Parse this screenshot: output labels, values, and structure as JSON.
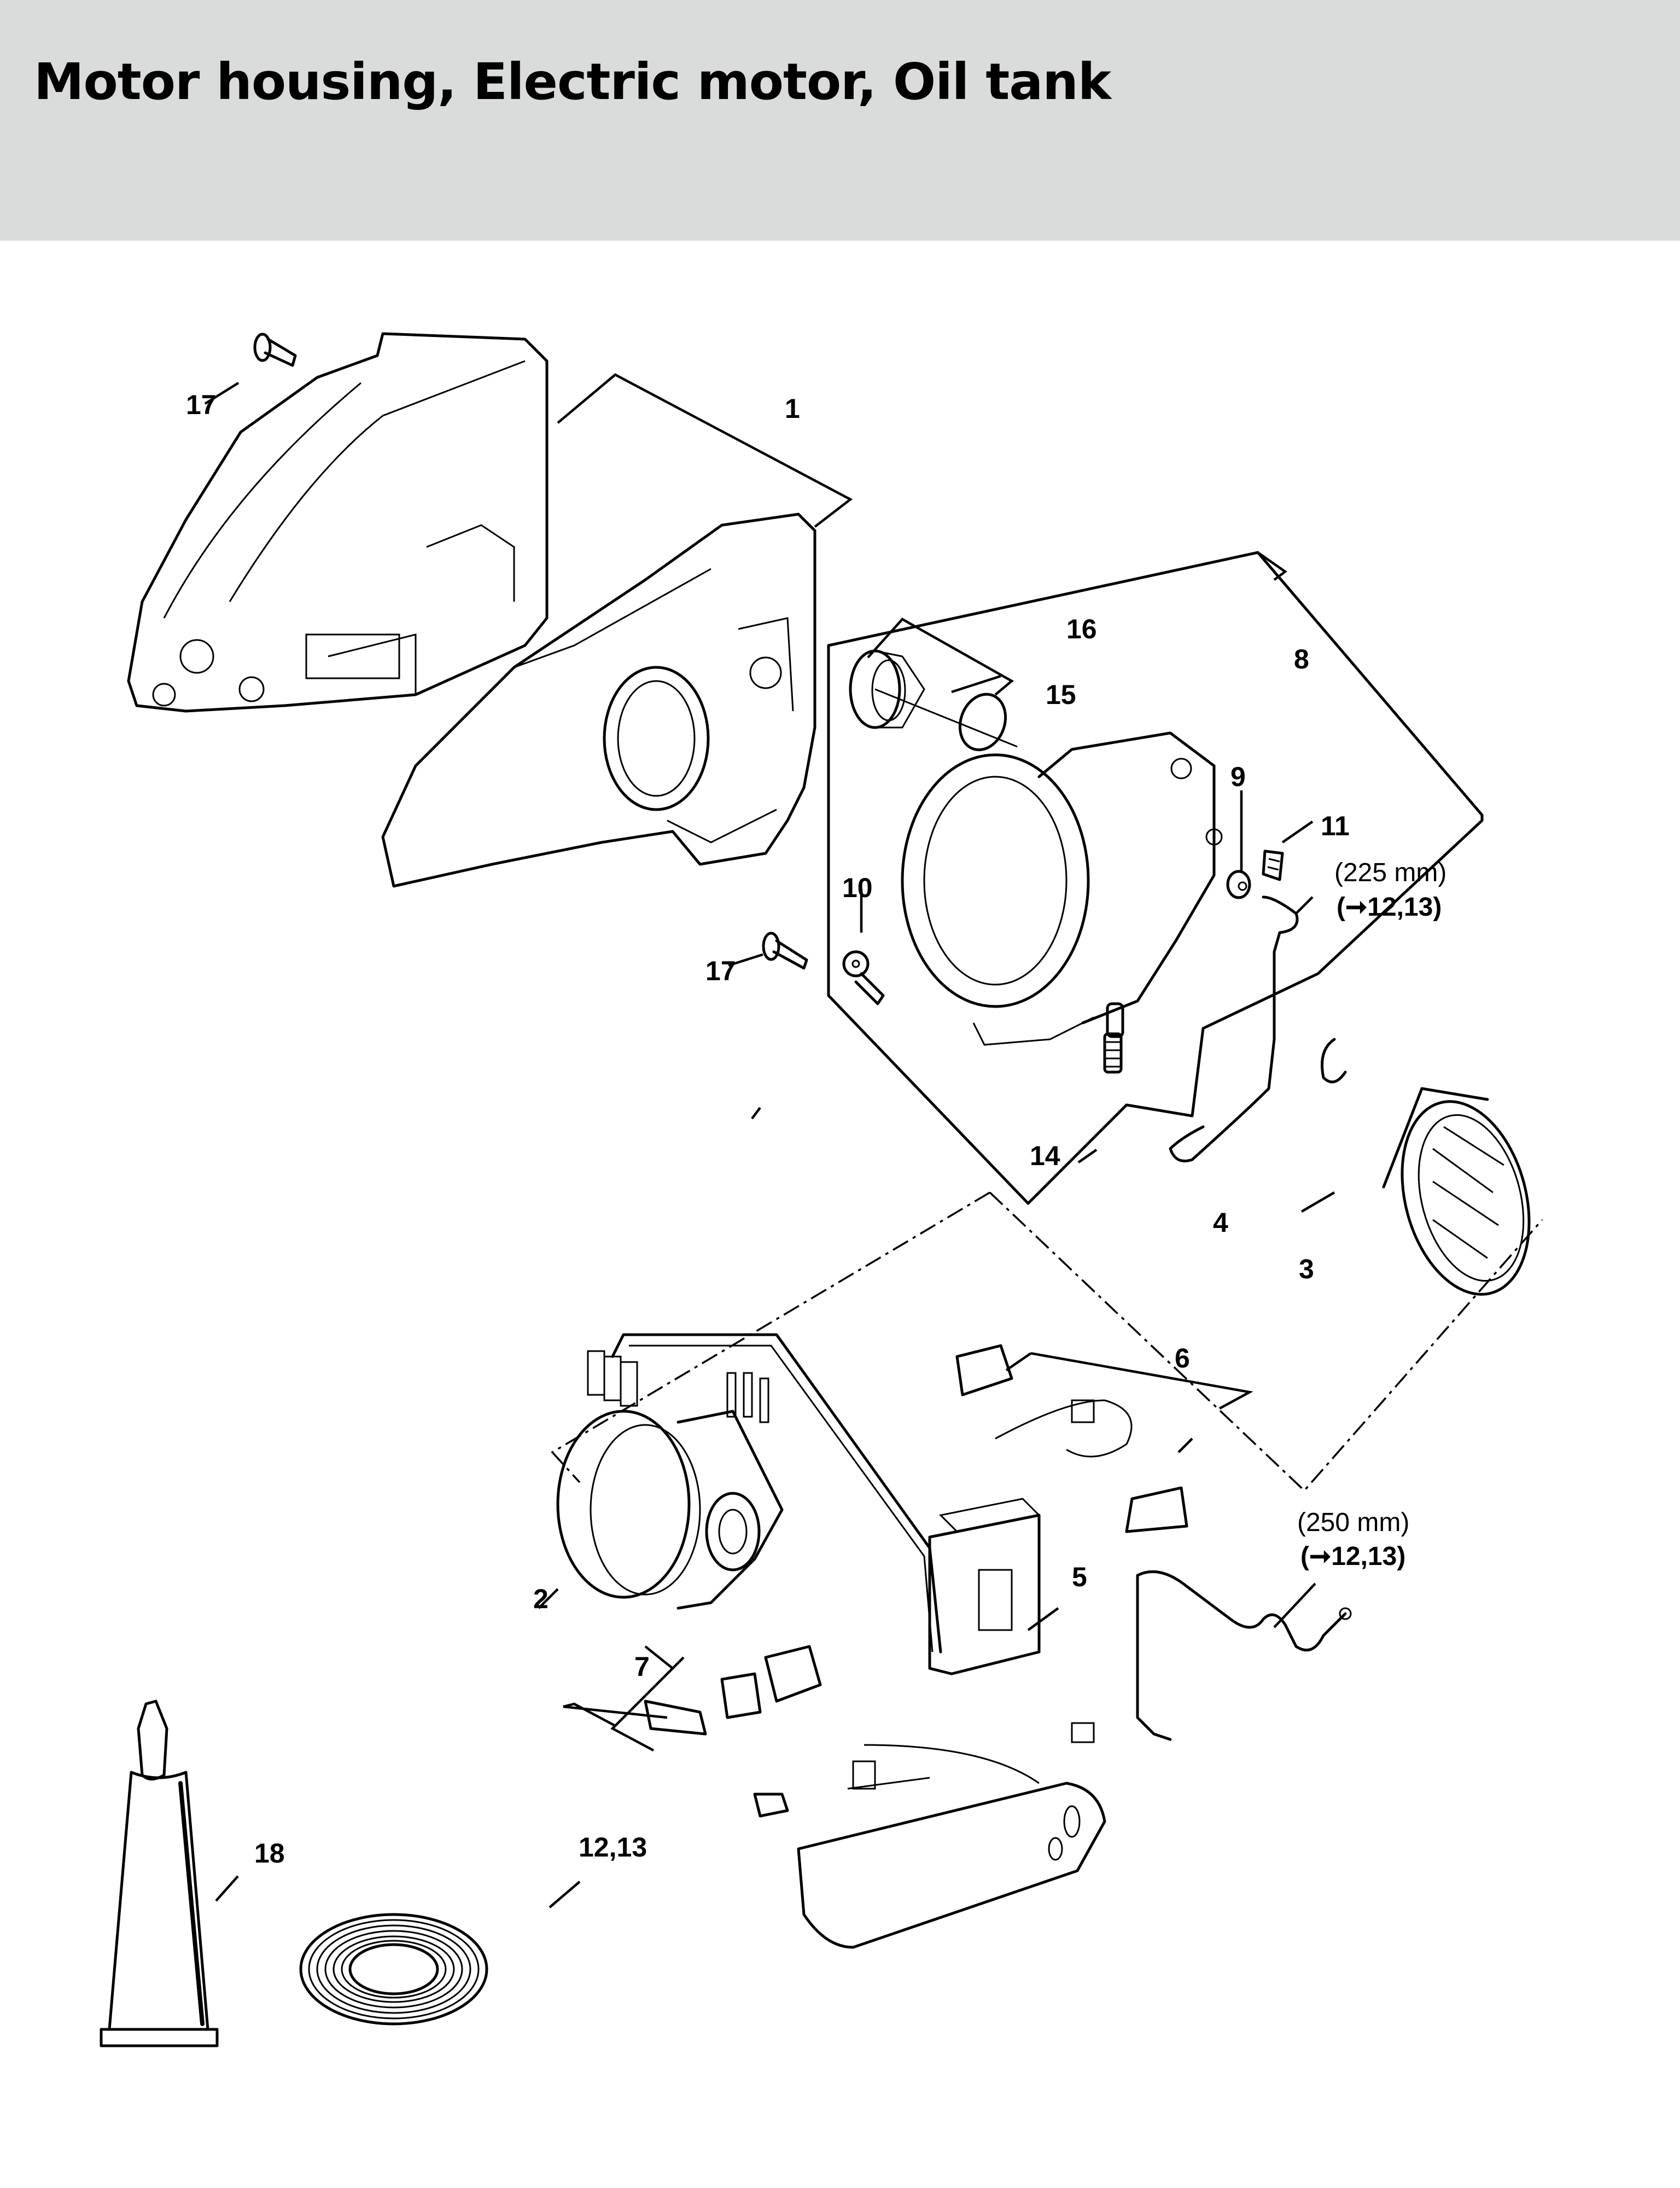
{
  "header": {
    "title": "Motor housing, Electric motor, Oil tank",
    "background": "#dadcdb"
  },
  "callouts": [
    {
      "id": "1",
      "label": "1"
    },
    {
      "id": "2",
      "label": "2"
    },
    {
      "id": "3",
      "label": "3"
    },
    {
      "id": "4",
      "label": "4"
    },
    {
      "id": "5",
      "label": "5"
    },
    {
      "id": "6",
      "label": "6"
    },
    {
      "id": "7",
      "label": "7"
    },
    {
      "id": "8",
      "label": "8"
    },
    {
      "id": "9",
      "label": "9"
    },
    {
      "id": "10",
      "label": "10"
    },
    {
      "id": "11",
      "label": "11"
    },
    {
      "id": "12-13",
      "label": "12,13"
    },
    {
      "id": "14",
      "label": "14"
    },
    {
      "id": "15",
      "label": "15"
    },
    {
      "id": "16",
      "label": "16"
    },
    {
      "id": "17a",
      "label": "17"
    },
    {
      "id": "17b",
      "label": "17"
    },
    {
      "id": "18",
      "label": "18"
    }
  ],
  "notes": {
    "hose_short_length": "(225 mm)",
    "hose_short_ref": "(➞12,13)",
    "hose_long_length": "(250 mm)",
    "hose_long_ref": "(➞12,13)"
  }
}
